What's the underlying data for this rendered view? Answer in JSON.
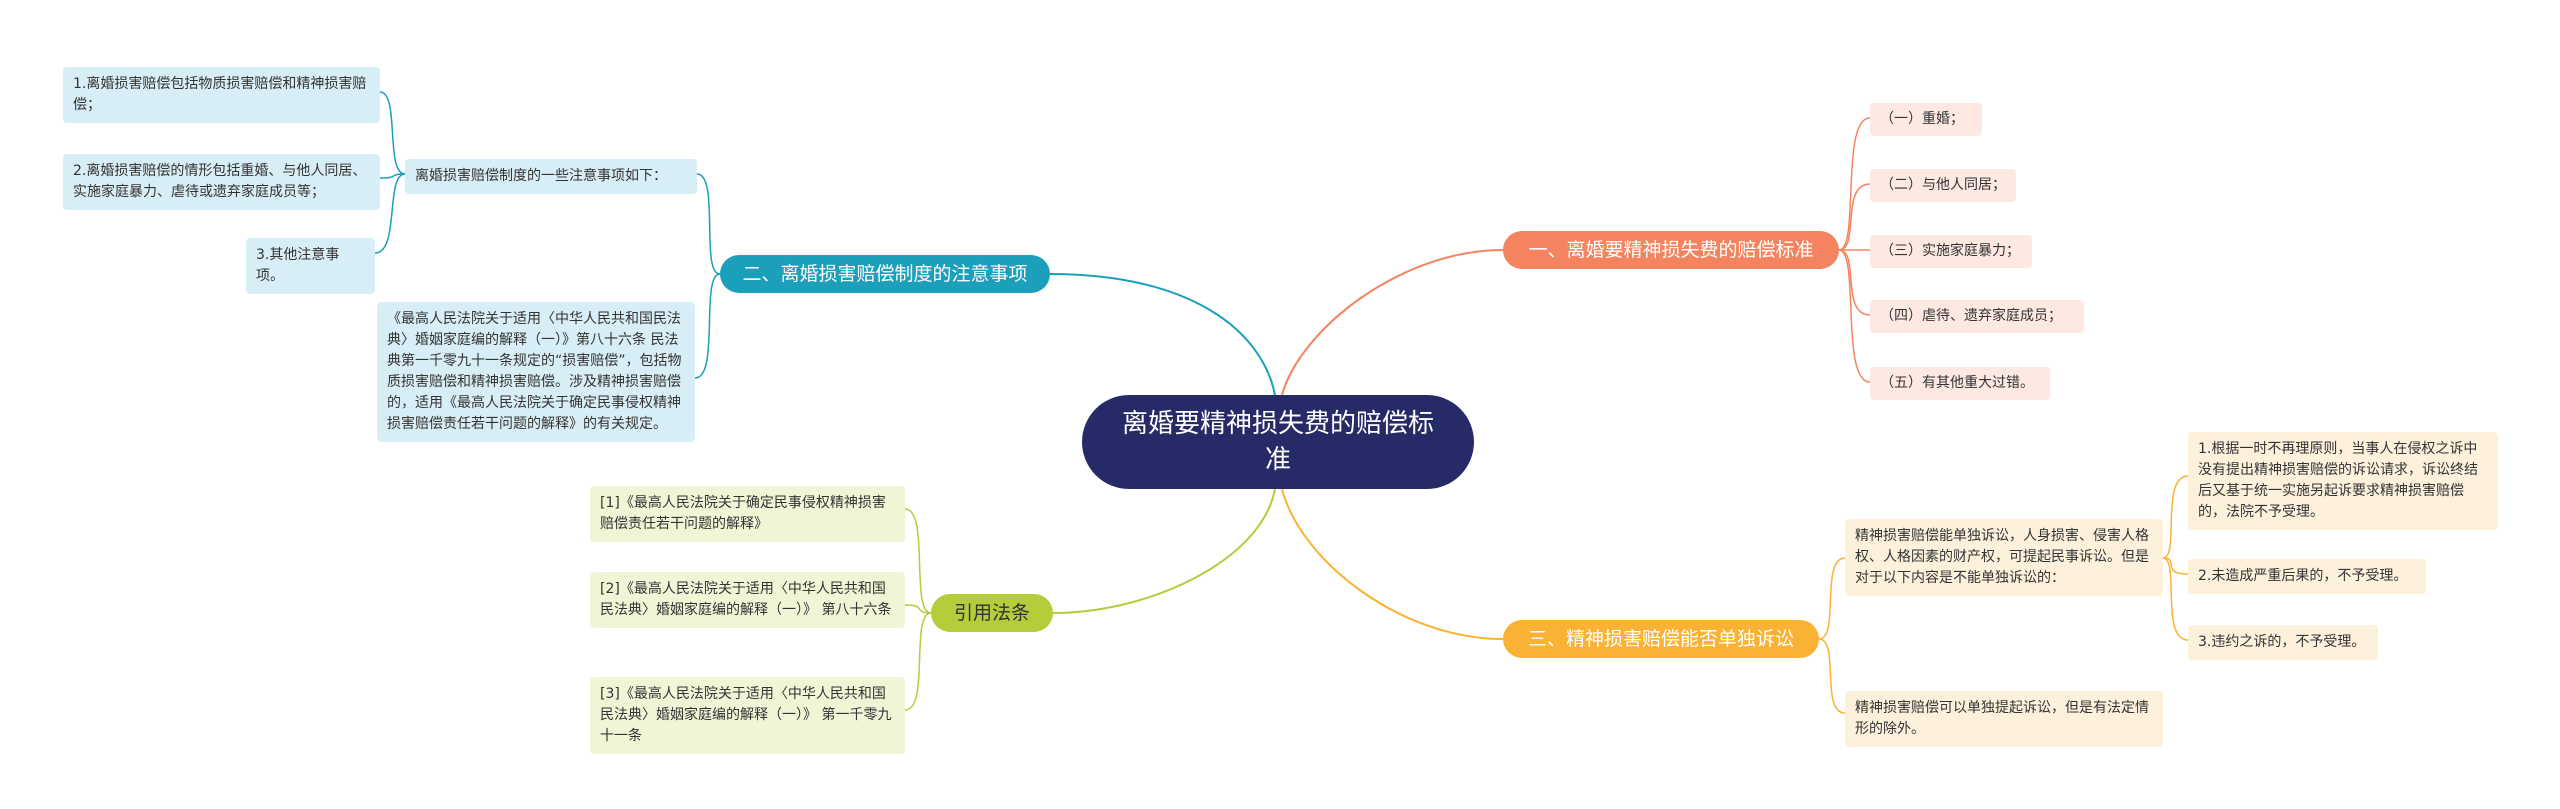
{
  "root": "离婚要精神损失费的赔偿标准",
  "branches": {
    "b1": {
      "label": "一、离婚要精神损失费的赔偿标准",
      "items": [
        "（一）重婚；",
        "（二）与他人同居；",
        "（三）实施家庭暴力；",
        "（四）虐待、遗弃家庭成员；",
        "（五）有其他重大过错。"
      ]
    },
    "b2": {
      "label": "二、离婚损害赔偿制度的注意事项",
      "note_parent": "离婚损害赔偿制度的一些注意事项如下：",
      "notes": [
        "1.离婚损害赔偿包括物质损害赔偿和精神损害赔偿；",
        "2.离婚损害赔偿的情形包括重婚、与他人同居、实施家庭暴力、虐待或遗弃家庭成员等；",
        "3.其他注意事项。"
      ],
      "interpretation": "《最高人民法院关于适用〈中华人民共和国民法典〉婚姻家庭编的解释（一）》第八十六条 民法典第一千零九十一条规定的“损害赔偿”，包括物质损害赔偿和精神损害赔偿。涉及精神损害赔偿的，适用《最高人民法院关于确定民事侵权精神损害赔偿责任若干问题的解释》的有关规定。"
    },
    "b3": {
      "label": "三、精神损害赔偿能否单独诉讼",
      "sub1": "精神损害赔偿能单独诉讼，人身损害、侵害人格权、人格因素的财产权，可提起民事诉讼。但是对于以下内容是不能单独诉讼的：",
      "sub1_items": [
        "1.根据一时不再理原则，当事人在侵权之诉中没有提出精神损害赔偿的诉讼请求，诉讼终结后又基于统一实施另起诉要求精神损害赔偿的，法院不予受理。",
        "2.未造成严重后果的，不予受理。",
        "3.违约之诉的，不予受理。"
      ],
      "sub2": "精神损害赔偿可以单独提起诉讼，但是有法定情形的除外。"
    },
    "b4": {
      "label": "引用法条",
      "items": [
        "[1]《最高人民法院关于确定民事侵权精神损害赔偿责任若干问题的解释》",
        "[2]《最高人民法院关于适用〈中华人民共和国民法典〉婚姻家庭编的解释（一）》 第八十六条",
        "[3]《最高人民法院关于适用〈中华人民共和国民法典〉婚姻家庭编的解释（一）》 第一千零九十一条"
      ]
    }
  },
  "colors": {
    "root": "#262a67",
    "orange": "#f4845f",
    "amber": "#f9b233",
    "teal": "#1b9fba",
    "olive": "#b6cc3a"
  }
}
